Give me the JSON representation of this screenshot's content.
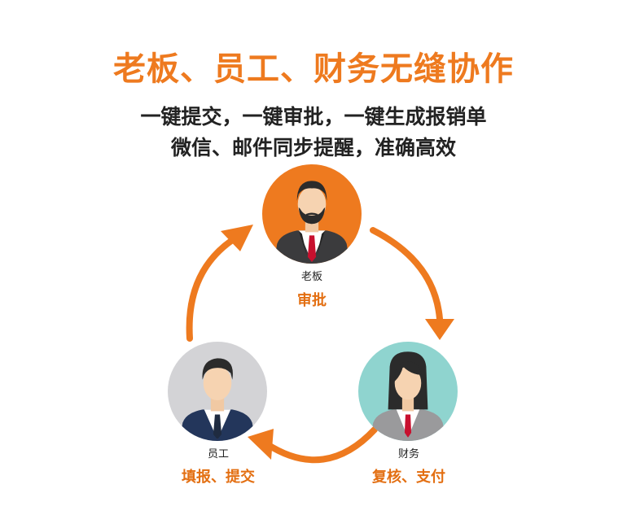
{
  "header": {
    "title": "老板、员工、财务无缝协作",
    "line1": "一键提交，一键审批，一键生成报销单",
    "line2": "微信、邮件同步提醒，准确高效"
  },
  "roles": {
    "boss": {
      "label": "老板",
      "action": "审批",
      "circle_color": "#ee7a1f"
    },
    "employee": {
      "label": "员工",
      "action": "填报、提交",
      "circle_color": "#d3d3d6"
    },
    "finance": {
      "label": "财务",
      "action": "复核、支付",
      "circle_color": "#8fd4cf"
    }
  },
  "colors": {
    "accent": "#ee7a1f",
    "text": "#222222"
  }
}
